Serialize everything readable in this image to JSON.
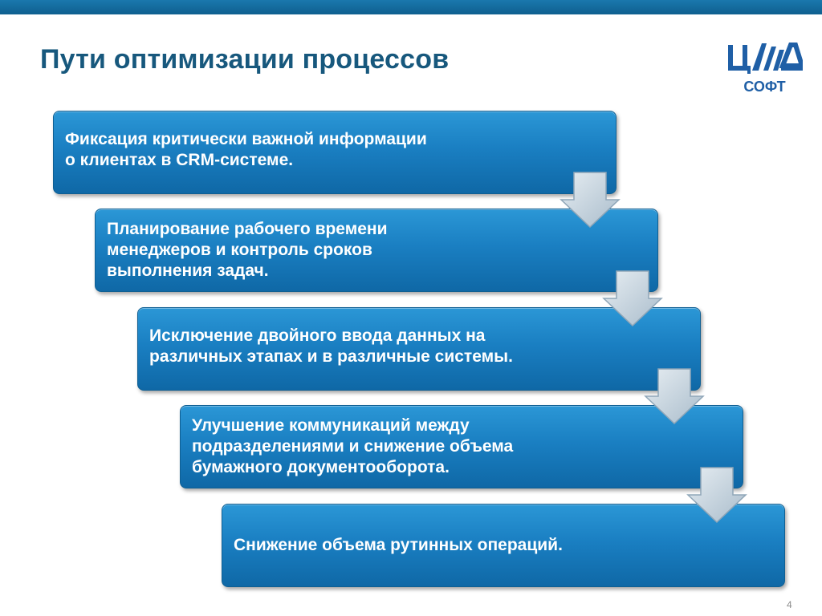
{
  "slide": {
    "title": "Пути оптимизации процессов",
    "page_number": "4"
  },
  "logo": {
    "text": "СОФТ",
    "brand_color": "#1f5fa6"
  },
  "steps": [
    {
      "lines": [
        "Фиксация критически важной информации",
        "о клиентах в CRM-системе."
      ]
    },
    {
      "lines": [
        "Планирование рабочего времени",
        "менеджеров и контроль сроков",
        "выполнения задач."
      ]
    },
    {
      "lines": [
        "Исключение двойного ввода данных на",
        "различных этапах и в различные системы."
      ]
    },
    {
      "lines": [
        "Улучшение коммуникаций между",
        "подразделениями и снижение объема",
        "бумажного документооборота."
      ]
    },
    {
      "lines": [
        "Снижение объема рутинных операций."
      ]
    }
  ],
  "colors": {
    "accent": "#1a78ad",
    "title": "#17587d",
    "step_fill": "#1a7fc2",
    "arrow_fill": "#c9d6e0"
  }
}
